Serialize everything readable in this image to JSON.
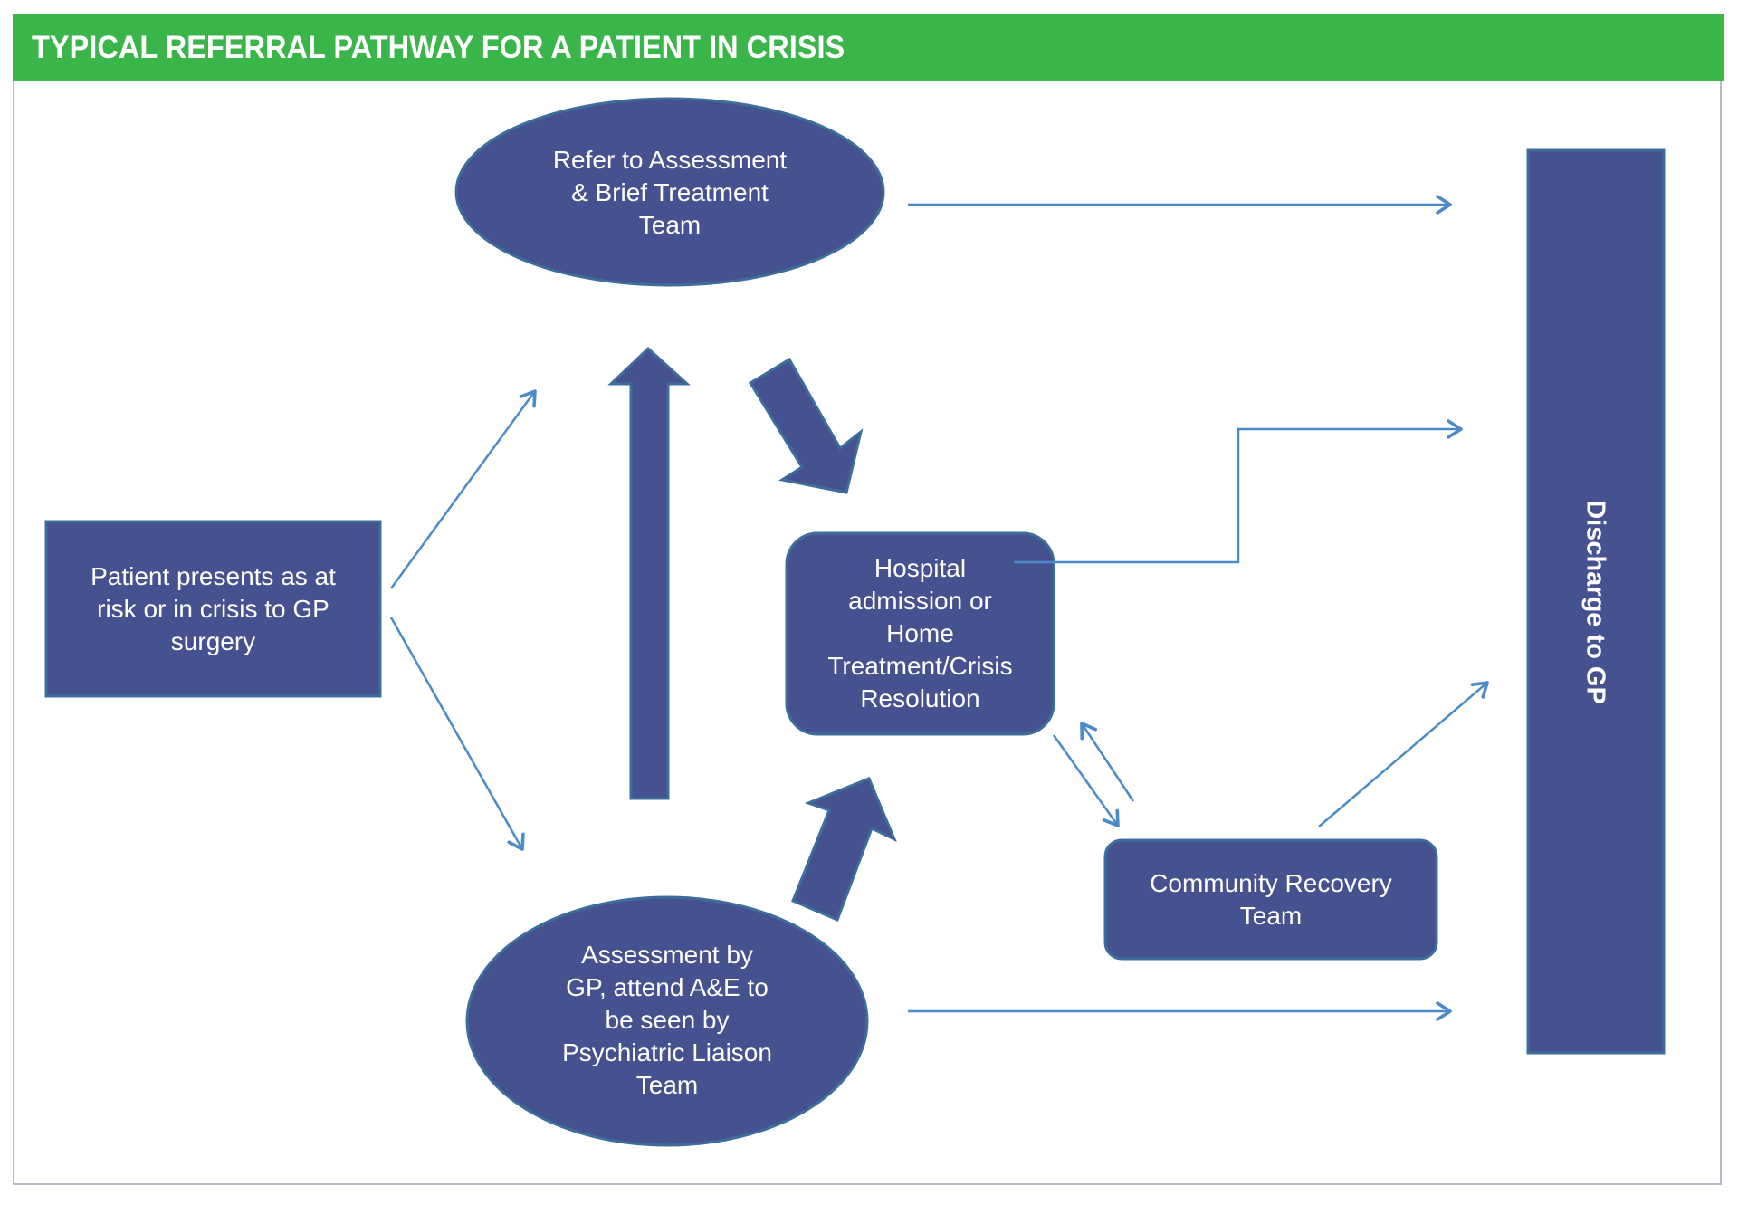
{
  "header": {
    "title": "TYPICAL REFERRAL PATHWAY FOR A PATIENT IN CRISIS"
  },
  "colors": {
    "header_green": "#39b54a",
    "node_fill": "#45528f",
    "node_stroke": "#3f6d9b",
    "connector": "#4a8ac9"
  },
  "nodes": {
    "patient": {
      "label": "Patient presents as at\nrisk or in crisis to GP\nsurgery",
      "shape": "rectangle"
    },
    "refer_assessment": {
      "label": "Refer to Assessment\n& Brief Treatment\nTeam",
      "shape": "ellipse"
    },
    "hospital": {
      "label": "Hospital\nadmission or\nHome\nTreatment/Crisis\nResolution",
      "shape": "rounded-rectangle"
    },
    "community": {
      "label": "Community Recovery\nTeam",
      "shape": "rounded-rectangle"
    },
    "assessment_gp": {
      "label": "Assessment by\nGP, attend A&E to\nbe seen by\nPsychiatric Liaison\nTeam",
      "shape": "ellipse"
    },
    "discharge": {
      "label": "Discharge to GP",
      "shape": "tall-rectangle"
    }
  },
  "edges": [
    {
      "from": "patient",
      "to": "refer_assessment",
      "style": "thin"
    },
    {
      "from": "patient",
      "to": "assessment_gp",
      "style": "thin"
    },
    {
      "from": "assessment_gp",
      "to": "refer_assessment",
      "style": "block"
    },
    {
      "from": "refer_assessment",
      "to": "hospital",
      "style": "block"
    },
    {
      "from": "assessment_gp",
      "to": "hospital",
      "style": "block"
    },
    {
      "from": "refer_assessment",
      "to": "discharge",
      "style": "thin"
    },
    {
      "from": "hospital",
      "to": "discharge",
      "style": "thin-elbow"
    },
    {
      "from": "hospital",
      "to": "community",
      "style": "thin"
    },
    {
      "from": "community",
      "to": "hospital",
      "style": "thin"
    },
    {
      "from": "community",
      "to": "discharge",
      "style": "thin"
    },
    {
      "from": "assessment_gp",
      "to": "discharge",
      "style": "thin"
    }
  ]
}
